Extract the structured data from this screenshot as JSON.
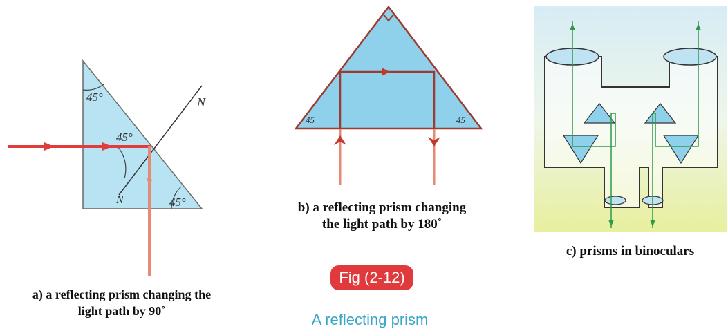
{
  "colors": {
    "prism_fill": "#8fd0ea",
    "prism_fill_light": "#b7e3f3",
    "ray_red": "#e23b3b",
    "ray_pale": "#e58a74",
    "outline": "#9b3b32",
    "badge_bg": "#e03a3c",
    "title_blue": "#3aa7c9",
    "ray_green": "#2f9a4a"
  },
  "panel_a": {
    "angle_top": "45°",
    "angle_mid": "45°",
    "angle_bottom": "45°",
    "normal_label_1": "N",
    "normal_label_2": "N",
    "caption_line1": "a) a reflecting prism changing the",
    "caption_line2": "light path by 90˚"
  },
  "panel_b": {
    "angle_left": "45",
    "angle_right": "45",
    "caption_line1": "b) a reflecting prism changing",
    "caption_line2": "the light path by 180˚"
  },
  "panel_c": {
    "caption": "c) prisms in binoculars"
  },
  "figure": {
    "number": "Fig (2-12)",
    "title": "A reflecting prism"
  }
}
